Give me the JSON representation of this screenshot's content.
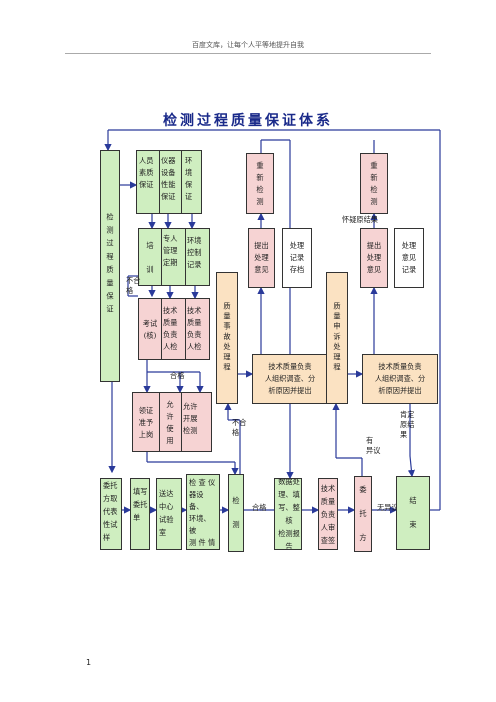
{
  "header": {
    "text": "百度文库，让每个人平等地提升自我"
  },
  "title": "检测过程质量保证体系",
  "boxes": {
    "main": "检测过程质量保证",
    "people": "人员\n素质\n保证",
    "equipment": "仪器\n设备\n性能\n保证",
    "environment": "环\n境\n保\n证",
    "training": "培\n\n训",
    "specialist": "专人\n管理\n定期",
    "env_control": "环境\n控制\n记录",
    "exam": "考试\n(核)",
    "tech_lead_a": "技术\n质量\n负责\n人检",
    "tech_lead_b": "技术\n质量\n负责\n人检",
    "cert": "领证\n准予\n上岗",
    "allow_use": "允\n许\n使\n用",
    "allow_detect": "允许\n开展\n检测",
    "recheck": "重\n新\n检\n测",
    "propose_1": "提出\n处理\n意见",
    "record": "处理\n记录\n存档",
    "accident": "质量事故处理程",
    "tech_survey": "技术质量负责\n人组织调查、分\n析原因并提出",
    "recheck2": "重\n新\n检\n测",
    "propose_2": "提出\n处理\n意见",
    "opinion": "处理\n意见\n记录",
    "complaint": "质量申诉处理程",
    "tech_survey2": "技术质量负责\n人组织调查、分\n析原因并提出",
    "entrust": "委托\n方取\n代表\n性试\n样",
    "fill_form": "填写\n委托\n单",
    "send_center": "送达\n中心\n试验\n室",
    "check": "检 查 仪\n器设备、\n环境、被\n测 件 情\n况 并 作\n记录",
    "test": "检\n\n测",
    "data_proc": "数据处\n理、填\n写、整核\n检测报\n告",
    "tech_audit": "技术\n质量\n负责\n人审\n查签",
    "client": "委\n\n托\n\n方",
    "end": "结\n\n束"
  },
  "labels": {
    "fail_1": "不合\n格",
    "pass_1": "合格",
    "fail_2": "不合\n格",
    "pass_2": "合格",
    "doubt": "怀疑原结果",
    "objection": "有\n异议",
    "no_objection": "无异议",
    "confirm": "肯定\n原结\n果"
  },
  "page_number": "1",
  "colors": {
    "title": "#1a2a8a",
    "green": "#cfeec0",
    "pink": "#f6d3d3",
    "orange": "#fbe2c2",
    "line": "#2a3a9a"
  }
}
